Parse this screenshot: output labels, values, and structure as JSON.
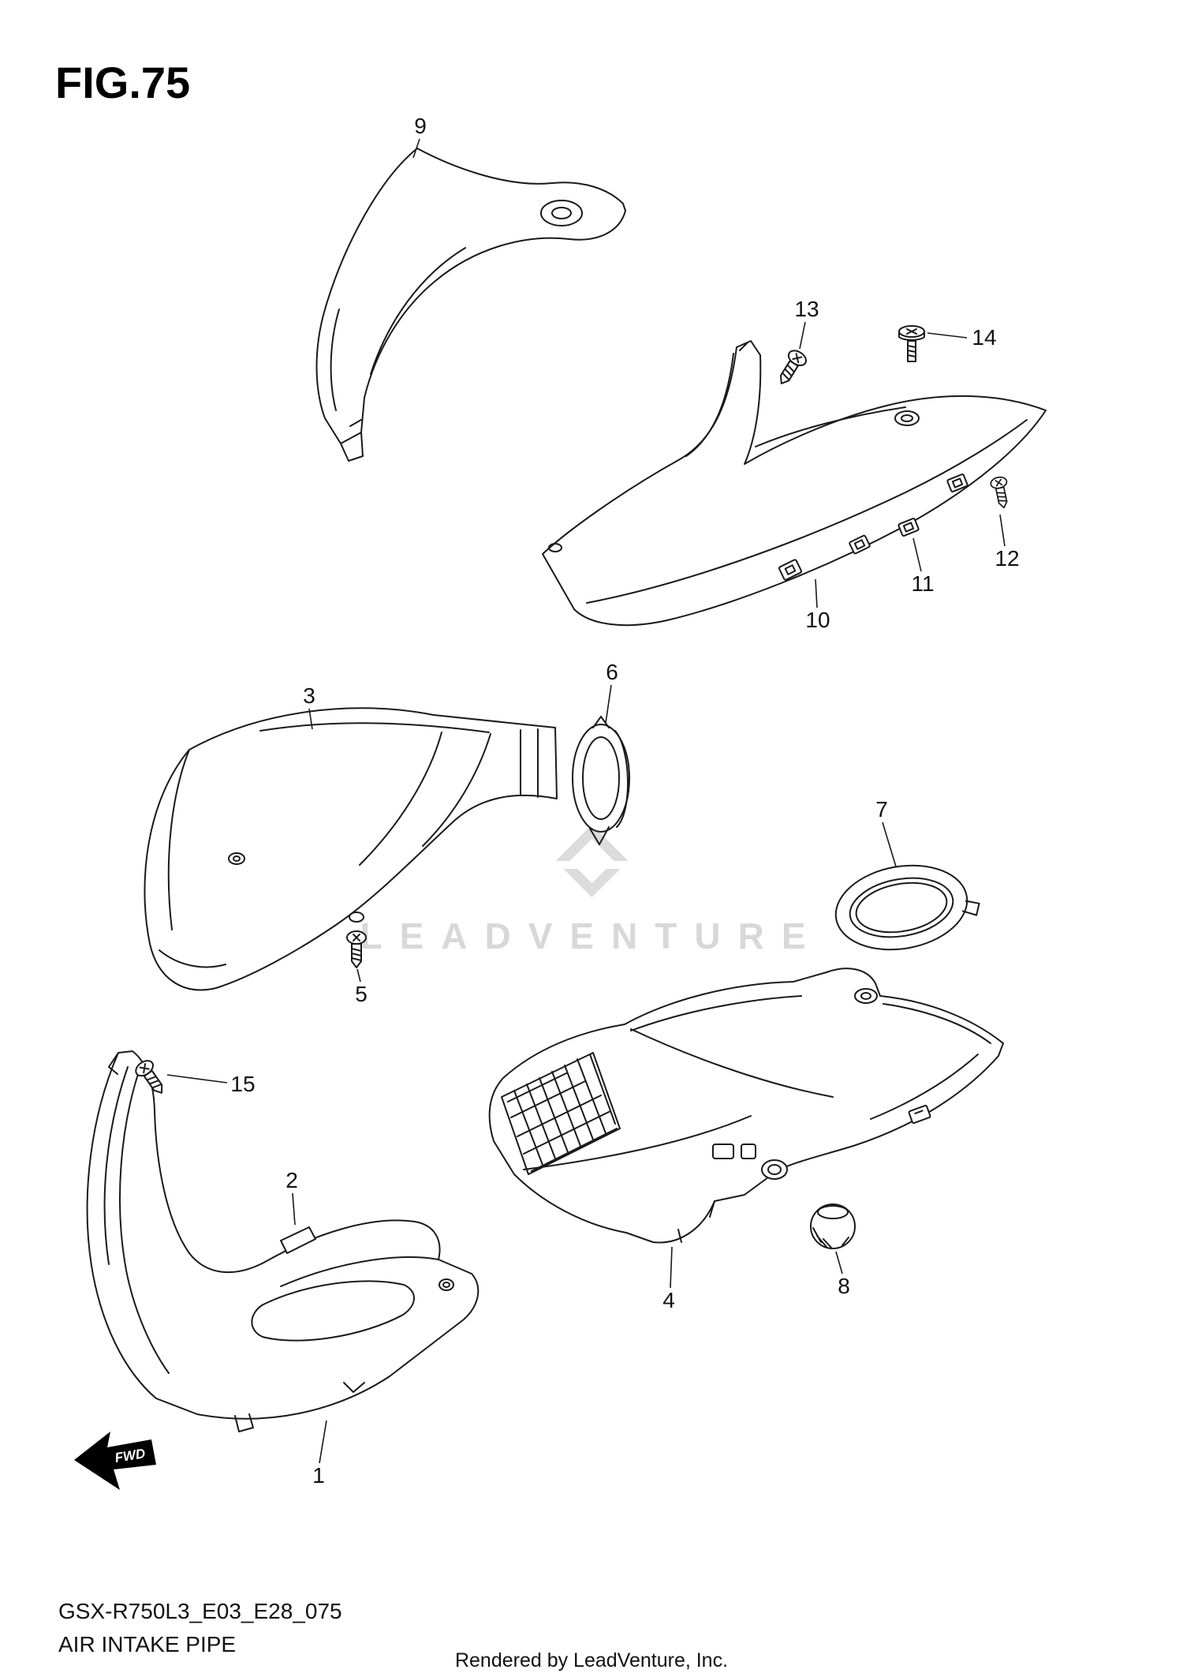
{
  "figure": {
    "title": "FIG.75",
    "watermark": "LEADVENTURE",
    "fwd_label": "FWD"
  },
  "callouts": {
    "p1": "1",
    "p2": "2",
    "p3": "3",
    "p4": "4",
    "p5": "5",
    "p6": "6",
    "p7": "7",
    "p8": "8",
    "p9": "9",
    "p10": "10",
    "p11": "11",
    "p12": "12",
    "p13": "13",
    "p14": "14",
    "p15": "15"
  },
  "footer": {
    "part_code": "GSX-R750L3_E03_E28_075",
    "figure_name": "AIR INTAKE PIPE",
    "rendered_by": "Rendered by LeadVenture, Inc."
  }
}
